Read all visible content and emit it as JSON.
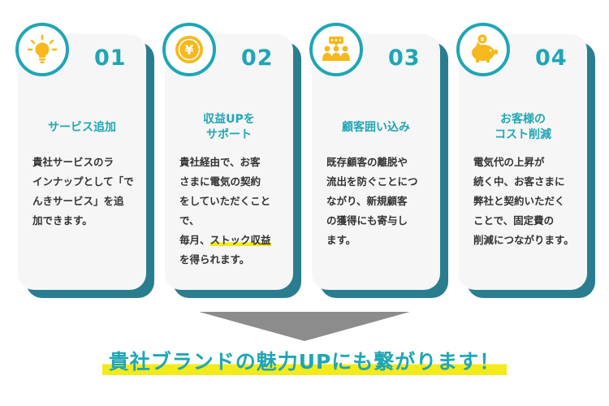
{
  "colors": {
    "accent": "#1fa6b5",
    "shadow": "#2a7d8f",
    "card": "#f6f6f6",
    "highlight": "#f3ea1a",
    "text": "#333333",
    "icon_yellow": "#f6b81d"
  },
  "cards": [
    {
      "icon": "lightbulb-icon",
      "number": "01",
      "title": "サービス追加",
      "body": [
        "貴社サービスのラ",
        "インナップとして「で",
        "んきサービス」を追",
        "加できます。"
      ]
    },
    {
      "icon": "yen-coin-icon",
      "number": "02",
      "title": "収益UPを\nサポート",
      "body": [
        "貴社経由で、お客",
        "さまに電気の契約",
        "をしていただくことで、"
      ],
      "body_line4_prefix": "毎月、",
      "body_line4_highlight": "ストック収益",
      "body_line5": "を得られます。"
    },
    {
      "icon": "customers-icon",
      "number": "03",
      "title": "顧客囲い込み",
      "body": [
        "既存顧客の離脱や",
        "流出を防ぐことにつ",
        "ながり、新規顧客",
        "の獲得にも寄与し",
        "ます。"
      ]
    },
    {
      "icon": "piggy-bank-icon",
      "number": "04",
      "title": "お客様の\nコスト削減",
      "body": [
        "電気代の上昇が",
        "続く中、お客さまに",
        "弊社と契約いただく",
        "ことで、固定費の",
        "削減につながります。"
      ]
    }
  ],
  "conclusion": "貴社ブランドの魅力UPにも繋がります！"
}
